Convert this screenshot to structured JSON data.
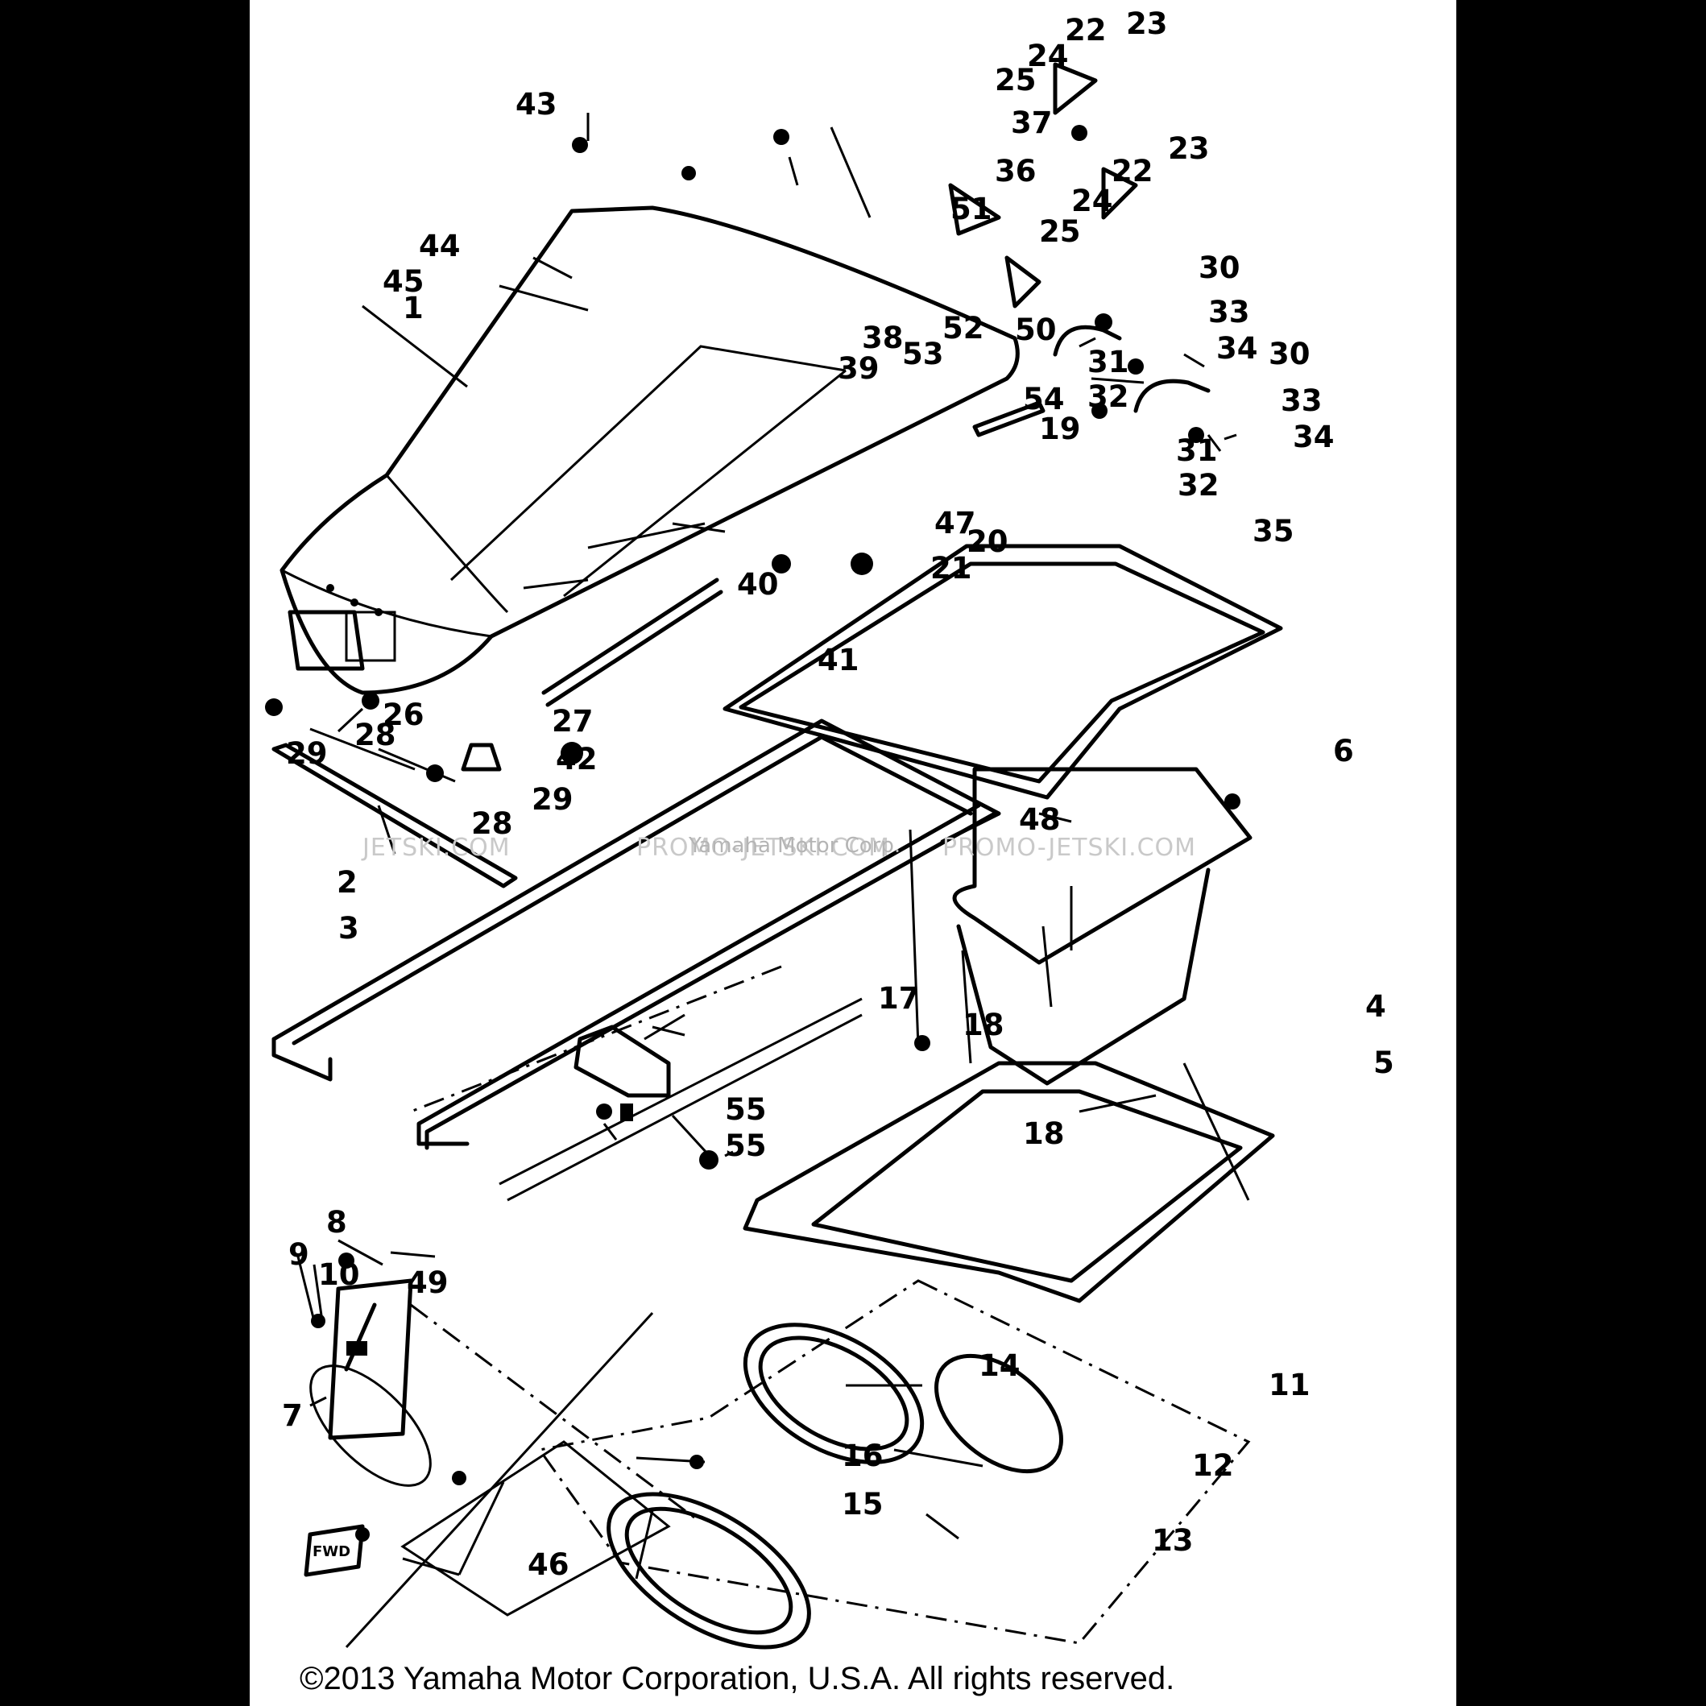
{
  "watermarks": {
    "left": "JETSKI.COM",
    "mid": "PROMO-JETSKI.COM",
    "right": "PROMO-JETSKI.COM",
    "overlay": "Yamaha Motor Corp."
  },
  "copyright": "©2013 Yamaha Motor Corporation, U.S.A. All rights reserved.",
  "callouts": {
    "c1": "1",
    "c2": "2",
    "c3": "3",
    "c4": "4",
    "c5": "5",
    "c6": "6",
    "c7": "7",
    "c8": "8",
    "c9": "9",
    "c10": "10",
    "c11": "11",
    "c12": "12",
    "c13": "13",
    "c14": "14",
    "c15": "15",
    "c16": "16",
    "c17": "17",
    "c18a": "18",
    "c18b": "18",
    "c19": "19",
    "c20": "20",
    "c21": "21",
    "c22a": "22",
    "c22b": "22",
    "c23a": "23",
    "c23b": "23",
    "c24a": "24",
    "c24b": "24",
    "c25a": "25",
    "c25b": "25",
    "c26": "26",
    "c27": "27",
    "c28a": "28",
    "c28b": "28",
    "c29a": "29",
    "c29b": "29",
    "c30a": "30",
    "c30b": "30",
    "c31a": "31",
    "c31b": "31",
    "c32a": "32",
    "c32b": "32",
    "c33a": "33",
    "c33b": "33",
    "c34a": "34",
    "c34b": "34",
    "c35": "35",
    "c36": "36",
    "c37": "37",
    "c38": "38",
    "c39": "39",
    "c40": "40",
    "c41": "41",
    "c42": "42",
    "c43": "43",
    "c44": "44",
    "c45": "45",
    "c46": "46",
    "c47": "47",
    "c48": "48",
    "c49": "49",
    "c50": "50",
    "c51": "51",
    "c52": "52",
    "c53": "53",
    "c54": "54",
    "c55a": "55",
    "c55b": "55"
  },
  "labels": {
    "fwd": "FWD"
  }
}
